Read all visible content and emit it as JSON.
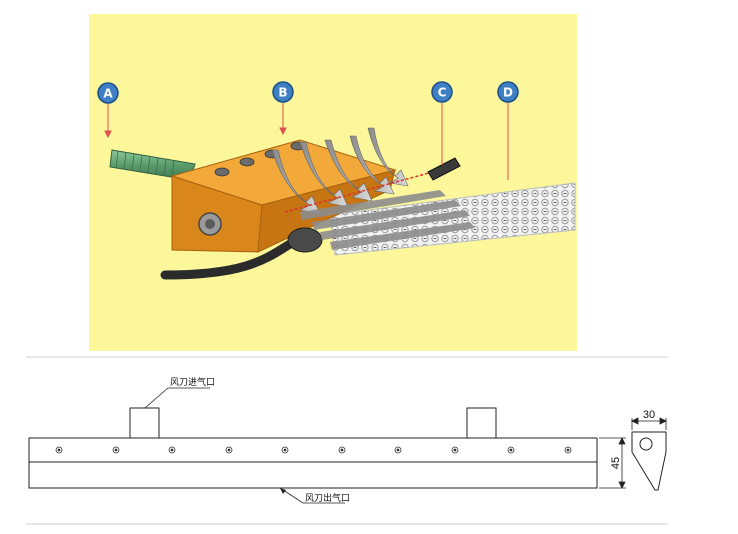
{
  "callouts": [
    {
      "letter": "A"
    },
    {
      "letter": "B"
    },
    {
      "letter": "C"
    },
    {
      "letter": "D"
    }
  ],
  "drawing": {
    "inlet_label": "风刀进气口",
    "outlet_label": "风刀出气口",
    "side_width": "30",
    "side_height": "45"
  },
  "colors": {
    "illustration_bg": "#fbf79a",
    "callout_fill": "#3f7fc4",
    "body_orange": "#e8961f",
    "pipe_green": "#6aa87a"
  }
}
